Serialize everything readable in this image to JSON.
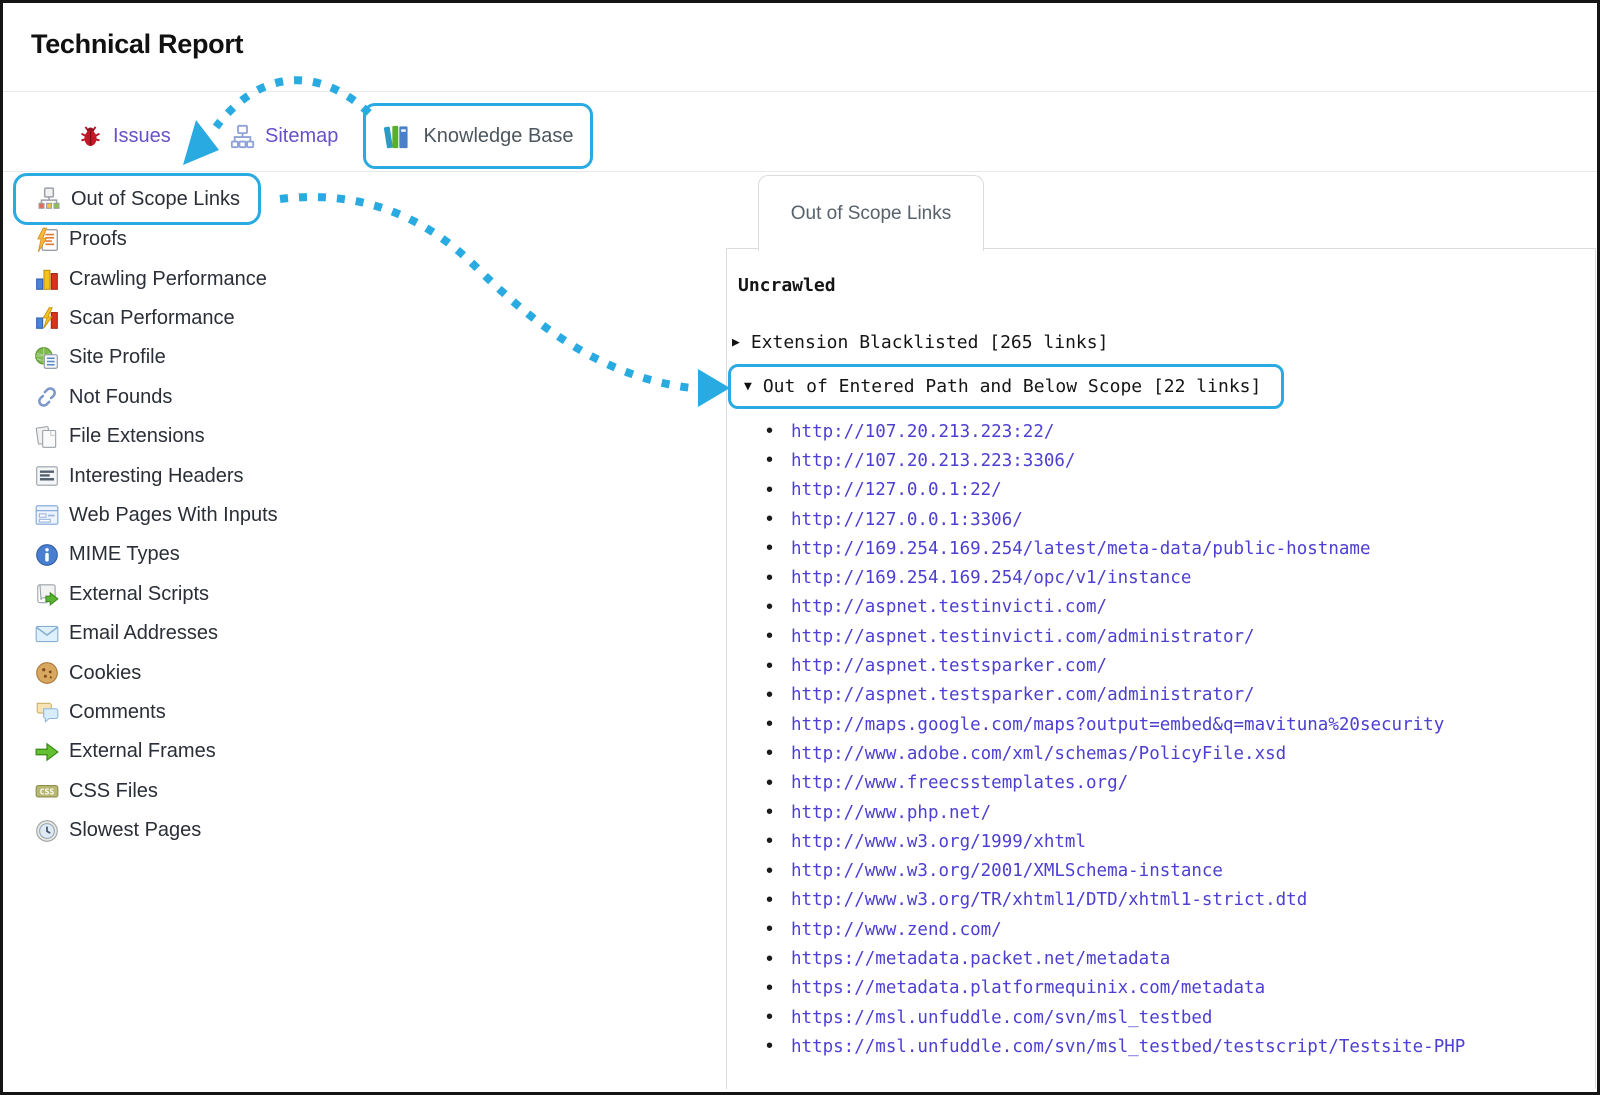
{
  "header": {
    "title": "Technical Report"
  },
  "tabs": [
    {
      "label": "Issues",
      "icon": "bug-icon",
      "highlighted": false
    },
    {
      "label": "Sitemap",
      "icon": "sitemap-icon",
      "highlighted": false
    },
    {
      "label": "Knowledge Base",
      "icon": "knowledge-base-icon",
      "highlighted": true
    }
  ],
  "sidebar": {
    "items": [
      {
        "label": "Out of Scope Links",
        "icon": "out-of-scope-links-icon",
        "highlighted": true
      },
      {
        "label": "Proofs",
        "icon": "proofs-icon",
        "highlighted": false
      },
      {
        "label": "Crawling Performance",
        "icon": "crawling-performance-icon",
        "highlighted": false
      },
      {
        "label": "Scan Performance",
        "icon": "scan-performance-icon",
        "highlighted": false
      },
      {
        "label": "Site Profile",
        "icon": "site-profile-icon",
        "highlighted": false
      },
      {
        "label": "Not Founds",
        "icon": "not-founds-icon",
        "highlighted": false
      },
      {
        "label": "File Extensions",
        "icon": "file-extensions-icon",
        "highlighted": false
      },
      {
        "label": "Interesting Headers",
        "icon": "interesting-headers-icon",
        "highlighted": false
      },
      {
        "label": "Web Pages With Inputs",
        "icon": "web-pages-with-inputs-icon",
        "highlighted": false
      },
      {
        "label": "MIME Types",
        "icon": "mime-types-icon",
        "highlighted": false
      },
      {
        "label": "External Scripts",
        "icon": "external-scripts-icon",
        "highlighted": false
      },
      {
        "label": "Email Addresses",
        "icon": "email-addresses-icon",
        "highlighted": false
      },
      {
        "label": "Cookies",
        "icon": "cookies-icon",
        "highlighted": false
      },
      {
        "label": "Comments",
        "icon": "comments-icon",
        "highlighted": false
      },
      {
        "label": "External Frames",
        "icon": "external-frames-icon",
        "highlighted": false
      },
      {
        "label": "CSS Files",
        "icon": "css-files-icon",
        "highlighted": false
      },
      {
        "label": "Slowest Pages",
        "icon": "slowest-pages-icon",
        "highlighted": false
      }
    ]
  },
  "panel": {
    "tab_label": "Out of Scope Links",
    "section_title": "Uncrawled",
    "groups": [
      {
        "label": "Extension Blacklisted [265 links]",
        "state": "collapsed",
        "highlighted": false
      },
      {
        "label": "Out of Entered Path and Below Scope [22 links]",
        "state": "expanded",
        "highlighted": true
      }
    ],
    "links": [
      "http://107.20.213.223:22/",
      "http://107.20.213.223:3306/",
      "http://127.0.0.1:22/",
      "http://127.0.0.1:3306/",
      "http://169.254.169.254/latest/meta-data/public-hostname",
      "http://169.254.169.254/opc/v1/instance",
      "http://aspnet.testinvicti.com/",
      "http://aspnet.testinvicti.com/administrator/",
      "http://aspnet.testsparker.com/",
      "http://aspnet.testsparker.com/administrator/",
      "http://maps.google.com/maps?output=embed&q=mavituna%20security",
      "http://www.adobe.com/xml/schemas/PolicyFile.xsd",
      "http://www.freecsstemplates.org/",
      "http://www.php.net/",
      "http://www.w3.org/1999/xhtml",
      "http://www.w3.org/2001/XMLSchema-instance",
      "http://www.w3.org/TR/xhtml1/DTD/xhtml1-strict.dtd",
      "http://www.zend.com/",
      "https://metadata.packet.net/metadata",
      "https://metadata.platformequinix.com/metadata",
      "https://msl.unfuddle.com/svn/msl_testbed",
      "https://msl.unfuddle.com/svn/msl_testbed/testscript/Testsite-PHP"
    ]
  },
  "colors": {
    "accent_blue": "#29abe2",
    "link_purple": "#4c3fd1",
    "tab_purple": "#6553c9"
  }
}
